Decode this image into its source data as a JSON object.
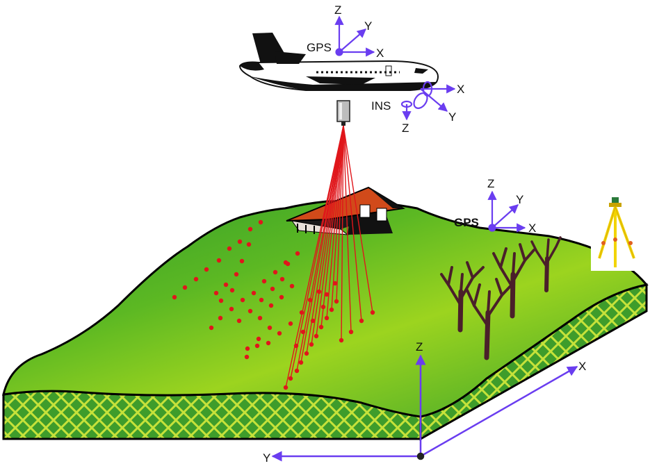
{
  "labels": {
    "plane_gps": "GPS",
    "plane_gps_z": "Z",
    "plane_gps_y": "Y",
    "plane_gps_x": "X",
    "ins": "INS",
    "ins_x": "X",
    "ins_y": "Y",
    "ins_z": "Z",
    "ground_gps": "GPS",
    "ground_gps_z": "Z",
    "ground_gps_y": "Y",
    "ground_gps_x": "X",
    "world_z": "Z",
    "world_x": "X",
    "world_y": "Y"
  },
  "colors": {
    "axis": "#6a3df0",
    "laser": "#e0161b",
    "grass_light": "#9ad21e",
    "grass_dark": "#2f9e2a",
    "soil": "#3c9a2a",
    "hatch": "#c9e23a",
    "roof": "#d14a1a",
    "tripod": "#f2d400"
  },
  "icons": [
    "airplane-icon",
    "lidar-sensor-icon",
    "house-icon",
    "tree-icon",
    "tripod-gps-icon"
  ]
}
